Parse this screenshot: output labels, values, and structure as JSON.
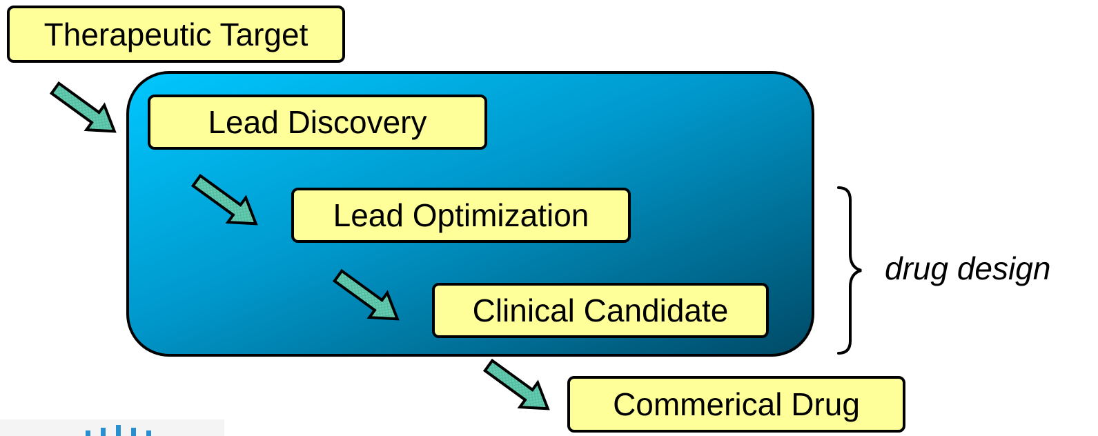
{
  "diagram": {
    "stages": {
      "target": "Therapeutic Target",
      "lead_discovery": "Lead Discovery",
      "lead_optimization": "Lead Optimization",
      "clinical_candidate": "Clinical Candidate",
      "drug": "Commerical Drug"
    },
    "brace_label": "drug design"
  },
  "colors": {
    "box_fill": "#ffff99",
    "panel_light": "#00c8ff",
    "panel_dark": "#004a66",
    "arrow_fill": "#66ccb0",
    "outline": "#000000"
  },
  "icons": [
    "arrow-icon",
    "brace-icon",
    "logo-icon"
  ]
}
